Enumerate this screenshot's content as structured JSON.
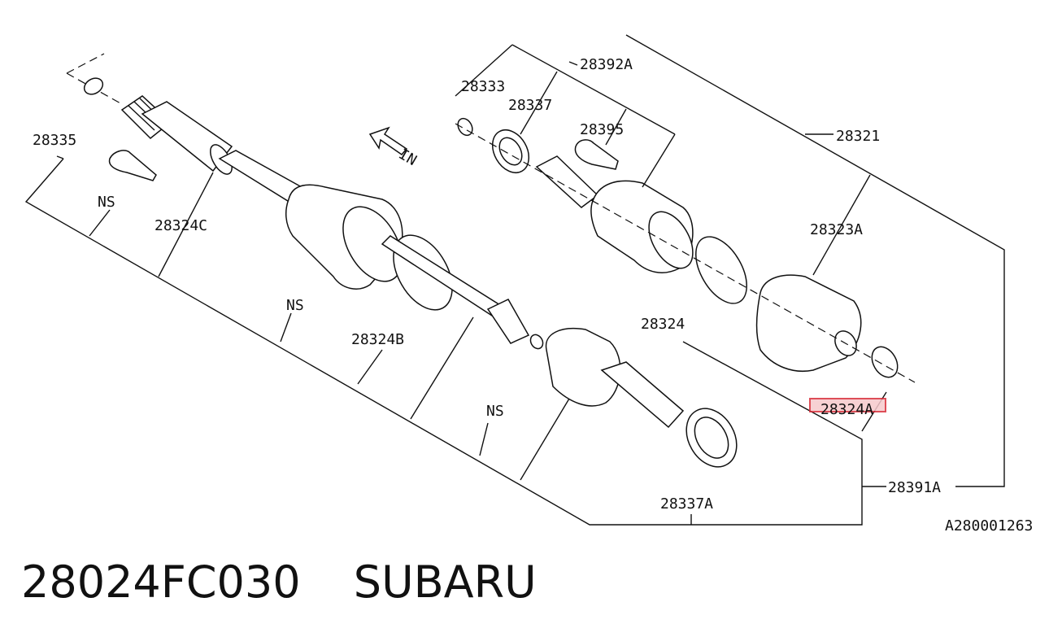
{
  "diagram": {
    "labels": {
      "p28335": "28335",
      "p28324c": "28324C",
      "ns1": "NS",
      "ns2": "NS",
      "ns3": "NS",
      "in": "IN",
      "p28324b": "28324B",
      "p28333": "28333",
      "p28337": "28337",
      "p28392a": "28392A",
      "p28395": "28395",
      "p28321": "28321",
      "p28323a": "28323A",
      "p28324": "28324",
      "p28324a": "28324A",
      "p28391a": "28391A",
      "p28337a": "28337A",
      "ref": "A280001263"
    },
    "highlight_color": "#d9303c"
  },
  "footer": {
    "part_number": "28024FC030",
    "brand": "SUBARU"
  }
}
